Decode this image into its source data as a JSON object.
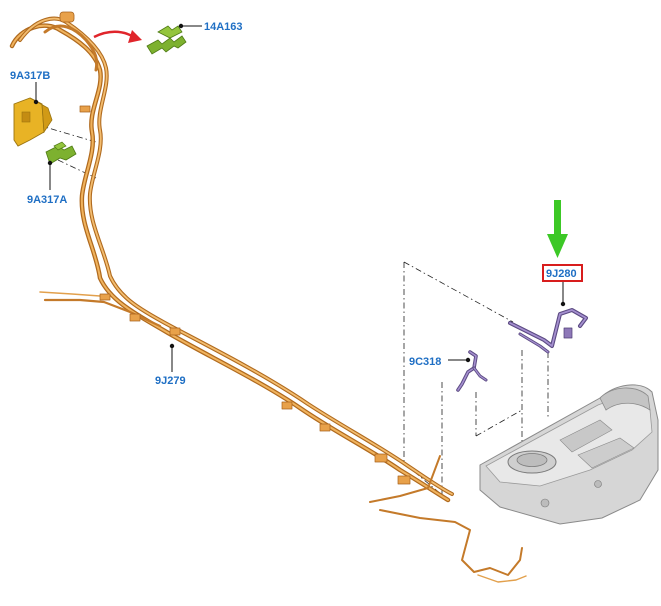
{
  "colors": {
    "label": "#1f6fc4",
    "fuel_line": "#d9923a",
    "fuel_line_dark": "#b06a1e",
    "clip_green": "#7db12f",
    "bracket_yellow": "#e8b325",
    "vent_purple": "#8e78b8",
    "tank_grey": "#d4d4d4",
    "arrow_red": "#e0252b",
    "arrow_green": "#3cc826",
    "highlight_box": "#d81d1d"
  },
  "labels": {
    "clip_top": "14A163",
    "bracket": "9A317B",
    "clip_lower": "9A317A",
    "fuel_lines": "9J279",
    "vent_tube": "9C318",
    "vent_hose": "9J280"
  },
  "highlighted_part": "9J280"
}
